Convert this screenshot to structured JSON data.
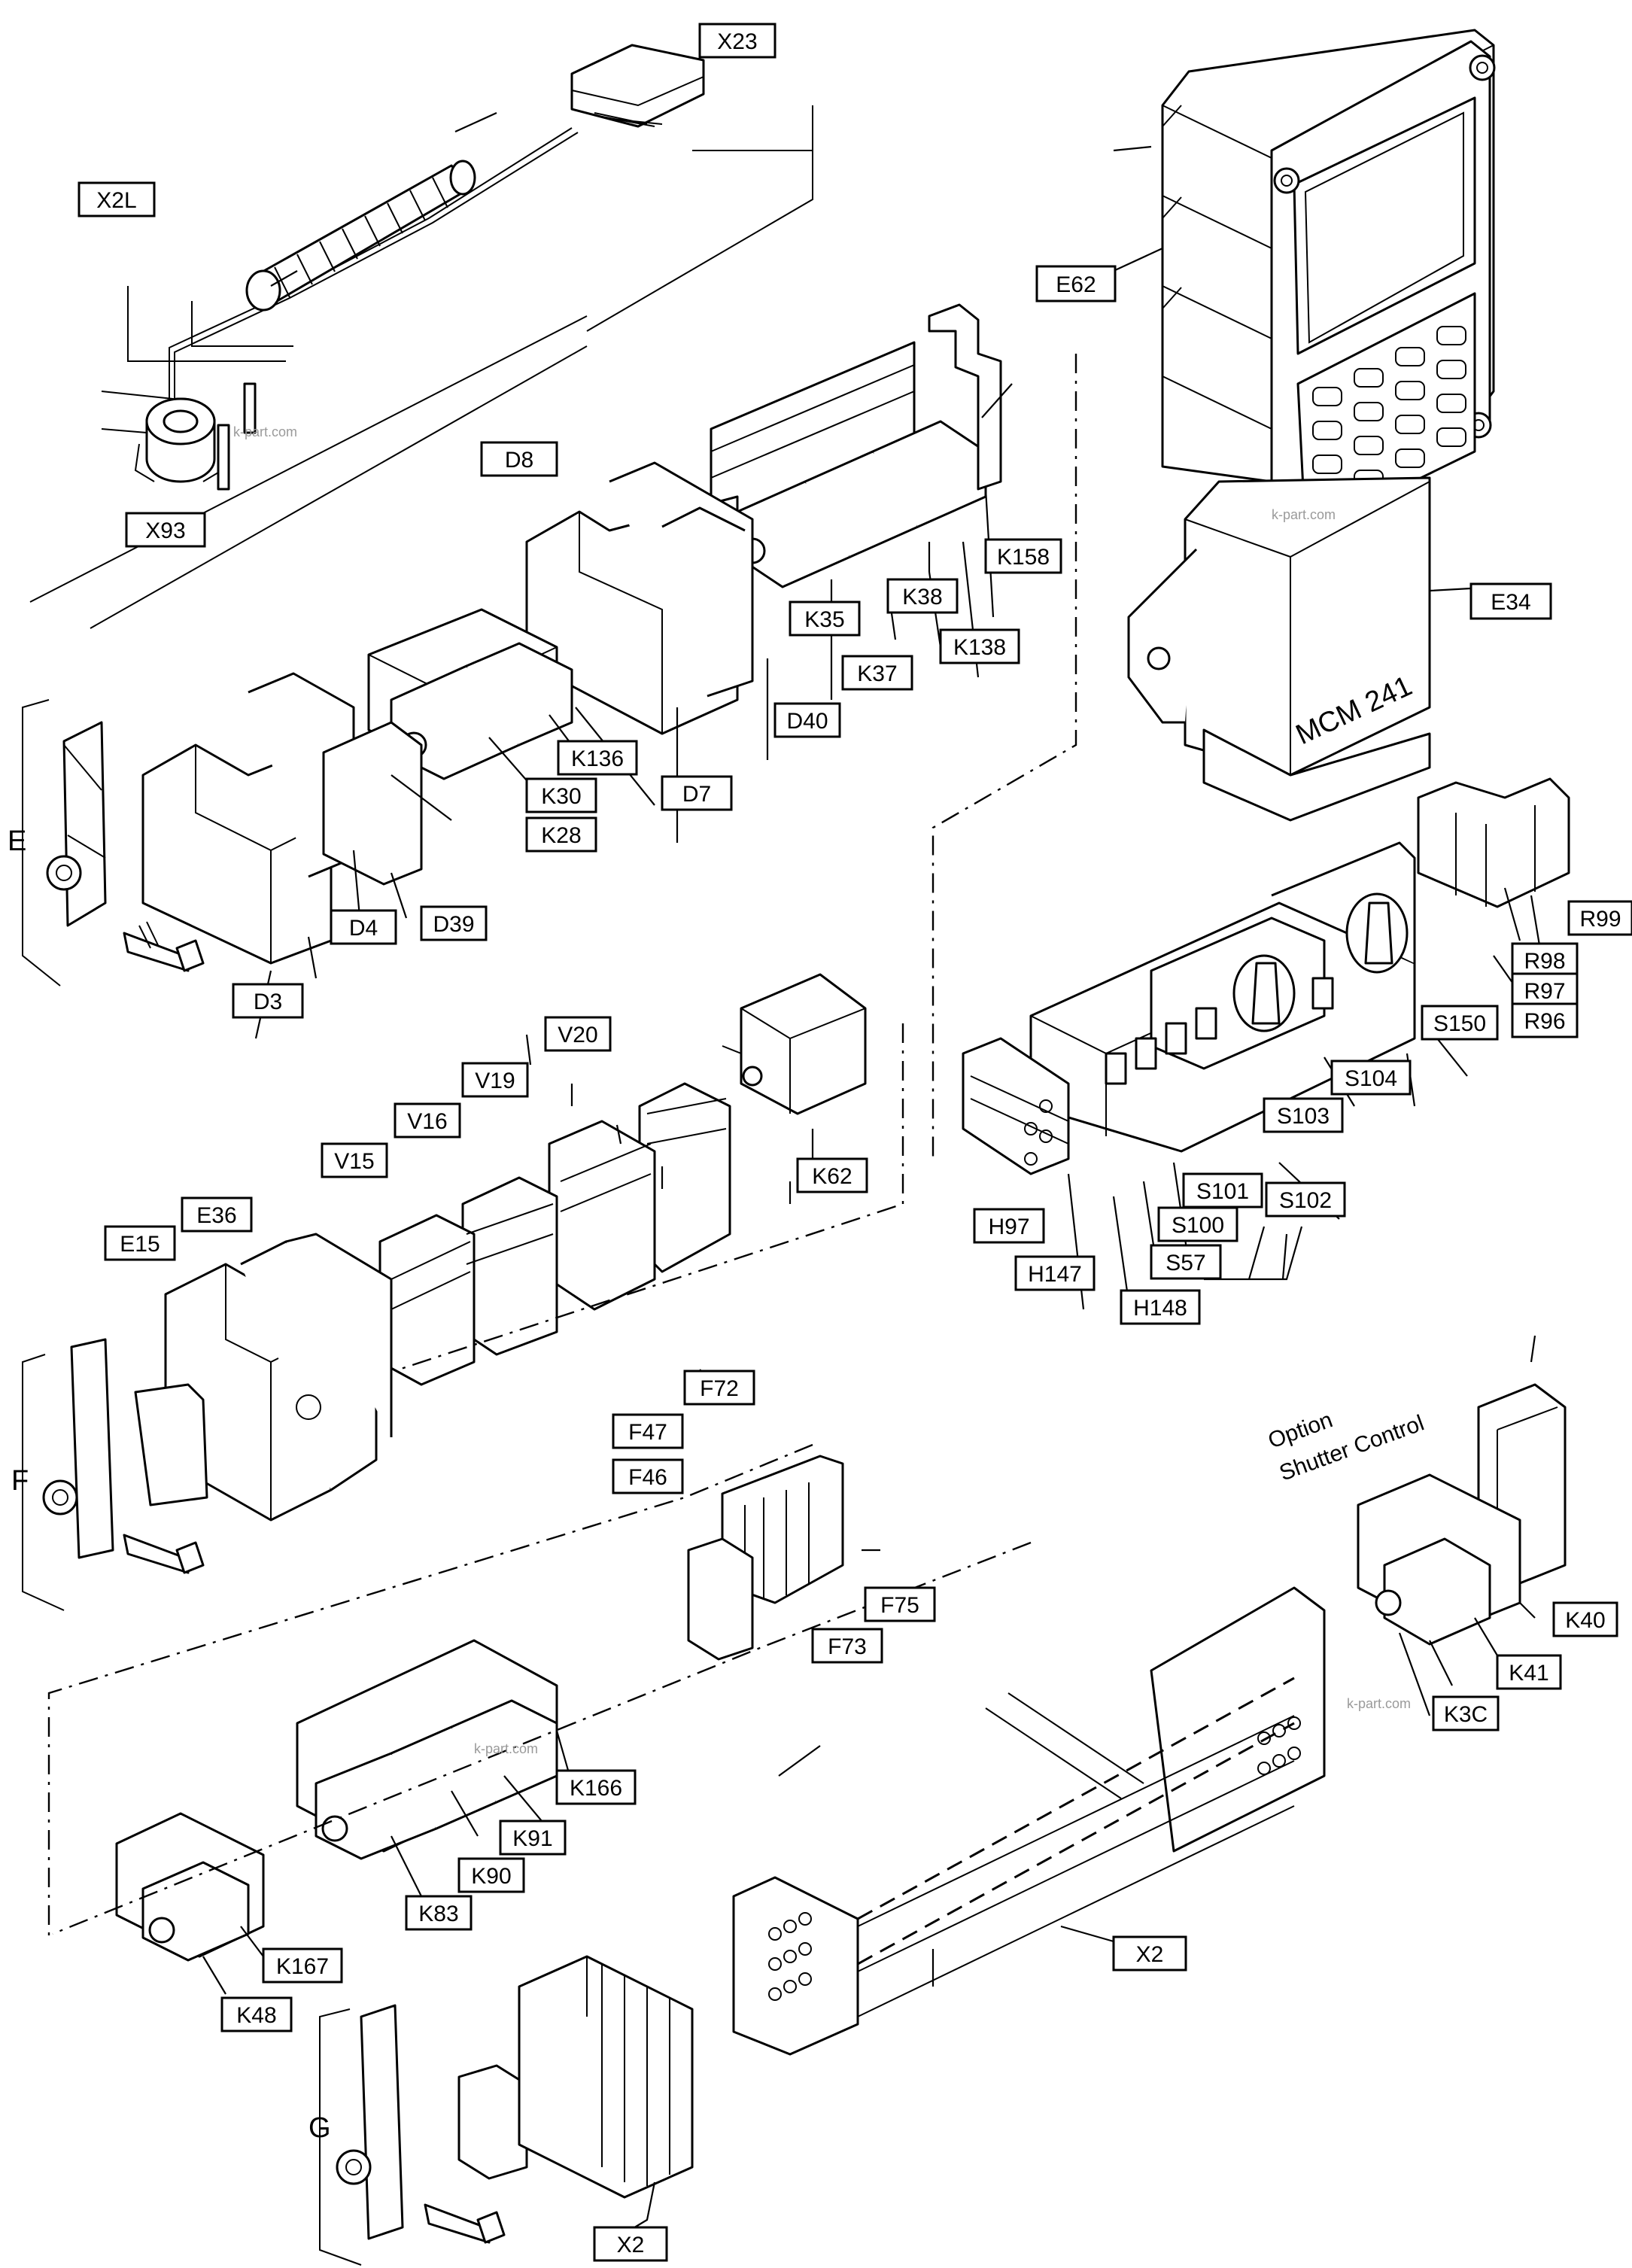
{
  "labels": [
    {
      "id": "X23",
      "text": "X23"
    },
    {
      "id": "X2L",
      "text": "X2L"
    },
    {
      "id": "X93",
      "text": "X93"
    },
    {
      "id": "E62",
      "text": "E62"
    },
    {
      "id": "E34",
      "text": "E34"
    },
    {
      "id": "D8",
      "text": "D8"
    },
    {
      "id": "K158",
      "text": "K158"
    },
    {
      "id": "K35",
      "text": "K35"
    },
    {
      "id": "K38",
      "text": "K38"
    },
    {
      "id": "K37",
      "text": "K37"
    },
    {
      "id": "K138",
      "text": "K138"
    },
    {
      "id": "D40",
      "text": "D40"
    },
    {
      "id": "K136",
      "text": "K136"
    },
    {
      "id": "K30",
      "text": "K30"
    },
    {
      "id": "D7",
      "text": "D7"
    },
    {
      "id": "K28",
      "text": "K28"
    },
    {
      "id": "D39",
      "text": "D39"
    },
    {
      "id": "D4",
      "text": "D4"
    },
    {
      "id": "D3",
      "text": "D3"
    },
    {
      "id": "R99",
      "text": "R99"
    },
    {
      "id": "R98",
      "text": "R98"
    },
    {
      "id": "R97",
      "text": "R97"
    },
    {
      "id": "R96",
      "text": "R96"
    },
    {
      "id": "V20",
      "text": "V20"
    },
    {
      "id": "V19",
      "text": "V19"
    },
    {
      "id": "V16",
      "text": "V16"
    },
    {
      "id": "V15",
      "text": "V15"
    },
    {
      "id": "S150",
      "text": "S150"
    },
    {
      "id": "S104",
      "text": "S104"
    },
    {
      "id": "S103",
      "text": "S103"
    },
    {
      "id": "K62",
      "text": "K62"
    },
    {
      "id": "S101",
      "text": "S101"
    },
    {
      "id": "S102",
      "text": "S102"
    },
    {
      "id": "E36",
      "text": "E36"
    },
    {
      "id": "E15",
      "text": "E15"
    },
    {
      "id": "H97",
      "text": "H97"
    },
    {
      "id": "S100",
      "text": "S100"
    },
    {
      "id": "S57",
      "text": "S57"
    },
    {
      "id": "H147",
      "text": "H147"
    },
    {
      "id": "H148",
      "text": "H148"
    },
    {
      "id": "F72",
      "text": "F72"
    },
    {
      "id": "F47",
      "text": "F47"
    },
    {
      "id": "F46",
      "text": "F46"
    },
    {
      "id": "F75",
      "text": "F75"
    },
    {
      "id": "F73",
      "text": "F73"
    },
    {
      "id": "K40",
      "text": "K40"
    },
    {
      "id": "K41",
      "text": "K41"
    },
    {
      "id": "K3C",
      "text": "K3C"
    },
    {
      "id": "K166",
      "text": "K166"
    },
    {
      "id": "K91",
      "text": "K91"
    },
    {
      "id": "K90",
      "text": "K90"
    },
    {
      "id": "K83",
      "text": "K83"
    },
    {
      "id": "K167",
      "text": "K167"
    },
    {
      "id": "K48",
      "text": "K48"
    },
    {
      "id": "X2a",
      "text": "X2"
    },
    {
      "id": "X2b",
      "text": "X2"
    }
  ],
  "groups": {
    "E": "E",
    "F": "F",
    "G": "G"
  },
  "device_text": "MCM 241",
  "option_text": {
    "line1": "Option",
    "line2": "Shutter Control"
  },
  "watermark": "k-part.com"
}
